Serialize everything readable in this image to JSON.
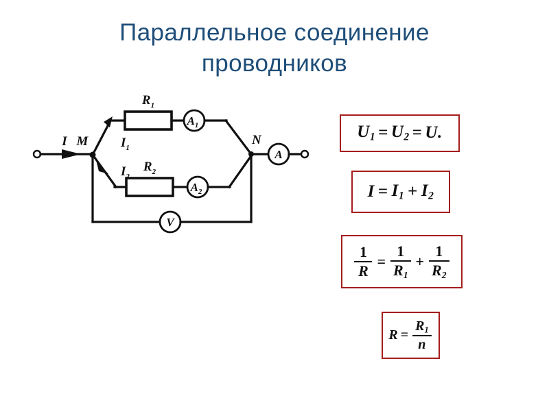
{
  "slide": {
    "title": "Параллельное  соединение\nпроводников",
    "title_color": "#1f4e79",
    "background_color": "#ffffff"
  },
  "diagram": {
    "name": "parallel-circuit-diagram",
    "labels": {
      "current_total": "I",
      "node_left": "M",
      "node_right": "N",
      "branch_current_1": "I",
      "branch_current_1_sub": "1",
      "branch_current_2": "I",
      "branch_current_2_sub": "2",
      "resistor_1": "R",
      "resistor_1_sub": "1",
      "resistor_2": "R",
      "resistor_2_sub": "2",
      "ammeter_1": "A",
      "ammeter_1_sub": "1",
      "ammeter_2": "A",
      "ammeter_2_sub": "2",
      "ammeter_main": "A",
      "voltmeter": "V"
    },
    "line_color": "#101010"
  },
  "formulas": {
    "border_color": "#a51d1d",
    "items": [
      {
        "id": "voltage-equation",
        "text": "U1 = U2 = U.",
        "parts": {
          "u1": "U",
          "u1_sub": "1",
          "eq1": "=",
          "u2": "U",
          "u2_sub": "2",
          "eq2": "=",
          "u": "U",
          "period": "."
        }
      },
      {
        "id": "current-equation",
        "text": "I = I1 + I2",
        "parts": {
          "i": "I",
          "eq": "=",
          "i1": "I",
          "i1_sub": "1",
          "plus": "+",
          "i2": "I",
          "i2_sub": "2"
        }
      },
      {
        "id": "resistance-equation",
        "text": "1/R = 1/R1 + 1/R2",
        "parts": {
          "one_a": "1",
          "r": "R",
          "eq": "=",
          "one_b": "1",
          "r1": "R",
          "r1_sub": "1",
          "plus": "+",
          "one_c": "1",
          "r2": "R",
          "r2_sub": "2"
        }
      },
      {
        "id": "equal-resistors-equation",
        "text": "R = R1 / n",
        "parts": {
          "r": "R",
          "eq": "=",
          "r1": "R",
          "r1_sub": "1",
          "n": "n"
        }
      }
    ]
  }
}
